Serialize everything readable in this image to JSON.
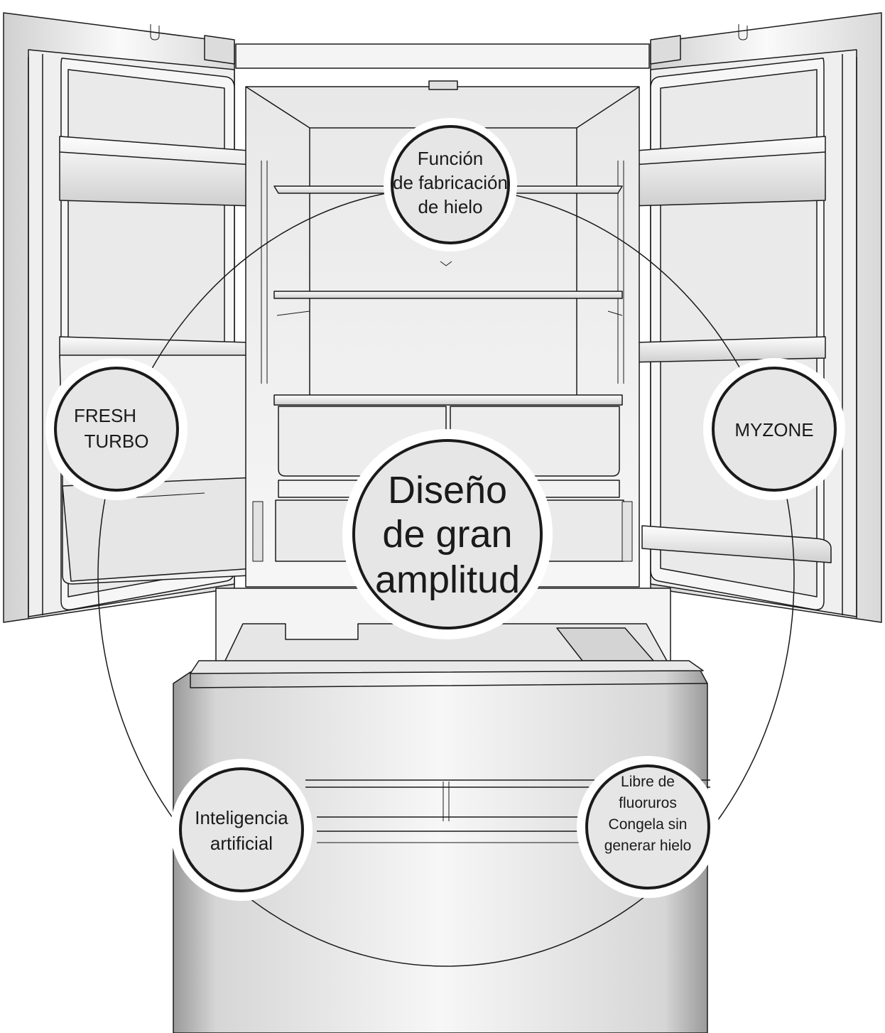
{
  "features": {
    "ice_maker": [
      "Función",
      "de fabricación",
      "de hielo"
    ],
    "fresh_turbo": [
      "FRESH",
      "TURBO"
    ],
    "myzone": [
      "MYZONE"
    ],
    "spacious_design": [
      "Diseño",
      "de gran",
      "amplitud"
    ],
    "ai": [
      "Inteligencia",
      "artificial"
    ],
    "fluoride_free": [
      "Libre de",
      "fluoruros",
      "Congela sin",
      "generar hielo"
    ]
  },
  "colors": {
    "line": "#1a1a1a",
    "metal_light": "#f4f4f4",
    "metal_dark": "#c4c4c4",
    "bubble_fill": "#e4e4e4",
    "bubble_halo": "#ffffff"
  }
}
